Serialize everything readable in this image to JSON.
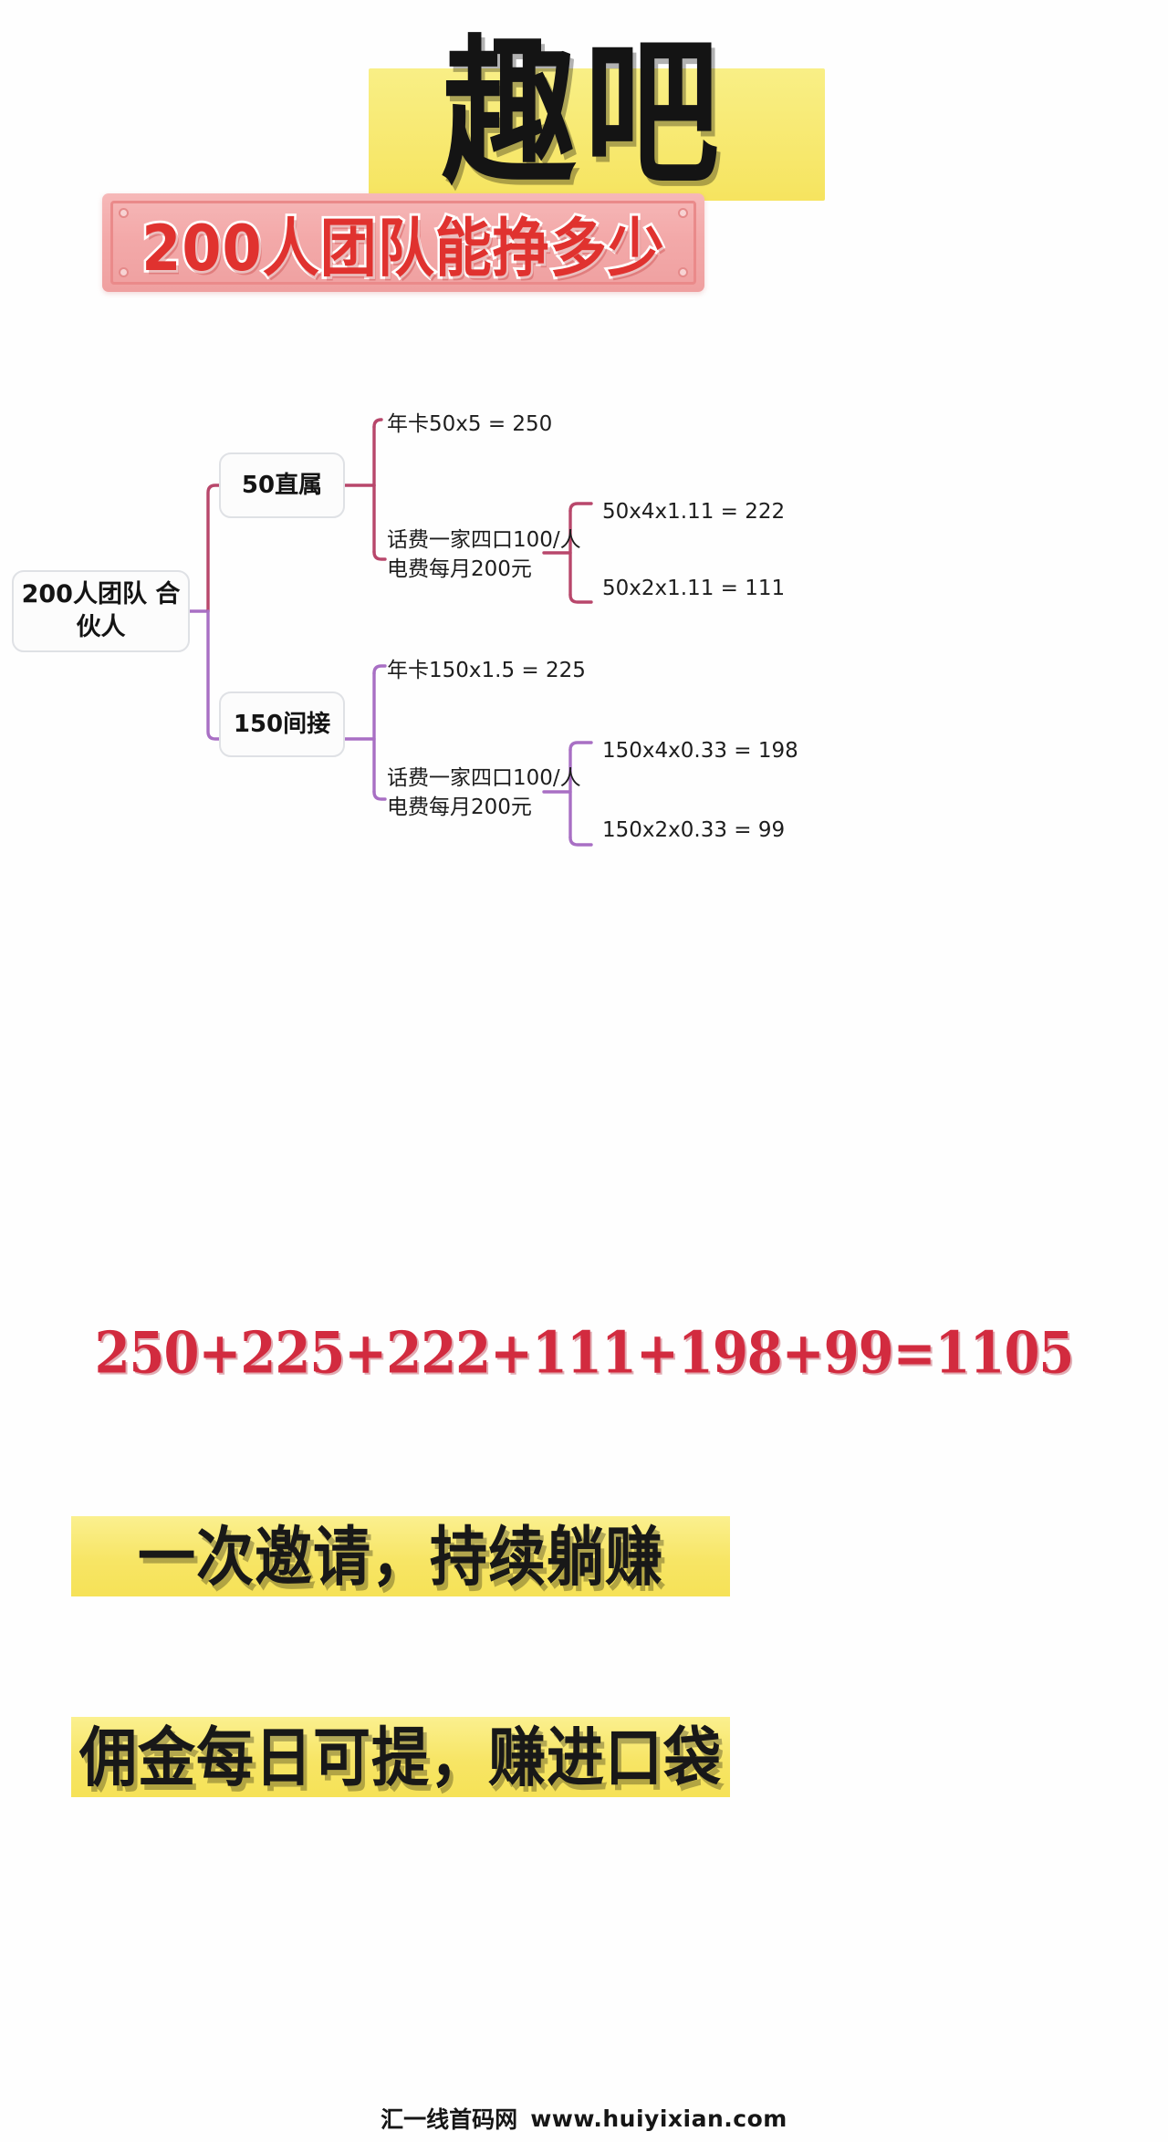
{
  "colors": {
    "title_highlight": "#f7e96f",
    "banner_fill": "#f3a9a9",
    "banner_text": "#e0322f",
    "sum_text": "#d22b3f",
    "slogan_highlight": "#f7e565",
    "branch_upper": "#b8476b",
    "branch_lower": "#a86fc4",
    "node_border": "#dfe1e5"
  },
  "header": {
    "brand_title": "趣吧",
    "banner_title": "200人团队能挣多少"
  },
  "mindmap": {
    "root": {
      "label": "200人团队\n合伙人"
    },
    "branches": [
      {
        "node": "50直属",
        "children": [
          {
            "label": "年卡50x5 = 250",
            "children": []
          },
          {
            "label": "话费一家四口100/人\n电费每月200元",
            "children": [
              {
                "label": "50x4x1.11 = 222"
              },
              {
                "label": "50x2x1.11 = 111"
              }
            ]
          }
        ]
      },
      {
        "node": "150间接",
        "children": [
          {
            "label": "年卡150x1.5 = 225",
            "children": []
          },
          {
            "label": "话费一家四口100/人\n电费每月200元",
            "children": [
              {
                "label": "150x4x0.33 = 198"
              },
              {
                "label": "150x2x0.33 = 99"
              }
            ]
          }
        ]
      }
    ]
  },
  "summary": {
    "formula": "250+225+222+111+198+99=1105"
  },
  "slogans": [
    {
      "text": "一次邀请，持续躺赚"
    },
    {
      "text": "佣金每日可提，赚进口袋"
    }
  ],
  "footer": {
    "site_name": "汇一线首码网",
    "url": "www.huiyixian.com"
  }
}
